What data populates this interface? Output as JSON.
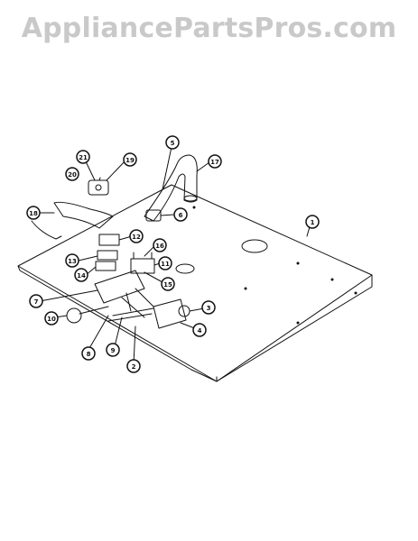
{
  "watermark": "AppliancePartsPros.com",
  "colors": {
    "ink": "#111111",
    "watermark": "#c9c9c9",
    "background": "#ffffff"
  },
  "callouts": [
    {
      "id": "1",
      "label": "1"
    },
    {
      "id": "2",
      "label": "2"
    },
    {
      "id": "3",
      "label": "3"
    },
    {
      "id": "4",
      "label": "4"
    },
    {
      "id": "5",
      "label": "5"
    },
    {
      "id": "6",
      "label": "6"
    },
    {
      "id": "7",
      "label": "7"
    },
    {
      "id": "8",
      "label": "8"
    },
    {
      "id": "9",
      "label": "9"
    },
    {
      "id": "10",
      "label": "10"
    },
    {
      "id": "11",
      "label": "11"
    },
    {
      "id": "12",
      "label": "12"
    },
    {
      "id": "13",
      "label": "13"
    },
    {
      "id": "14",
      "label": "14"
    },
    {
      "id": "15",
      "label": "15"
    },
    {
      "id": "16",
      "label": "16"
    },
    {
      "id": "17",
      "label": "17"
    },
    {
      "id": "18",
      "label": "18"
    },
    {
      "id": "19",
      "label": "19"
    },
    {
      "id": "20",
      "label": "20"
    },
    {
      "id": "21",
      "label": "21"
    }
  ]
}
